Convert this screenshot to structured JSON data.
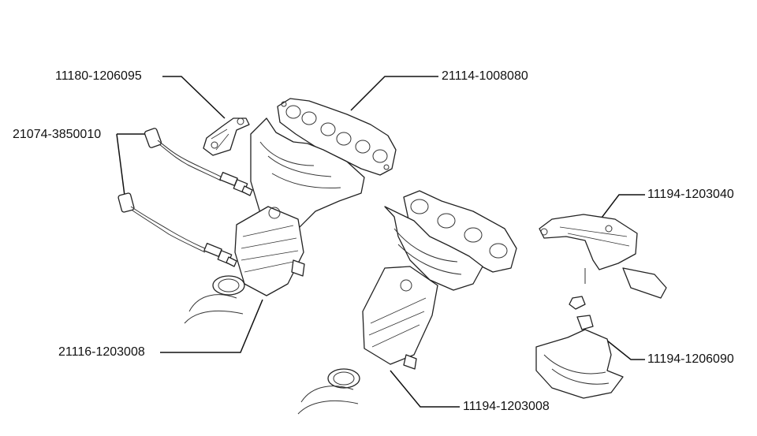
{
  "part_numbers": {
    "bracket_small": "11180-1206095",
    "oxygen_sensor": "21074-3850010",
    "manifold_gasket": "21114-1008080",
    "bracket_large": "11194-1203040",
    "heat_shield": "11194-1206090",
    "manifold_left": "21116-1203008",
    "manifold_right": "11194-1203008"
  },
  "colors": {
    "line": "#111111",
    "background": "#ffffff"
  }
}
